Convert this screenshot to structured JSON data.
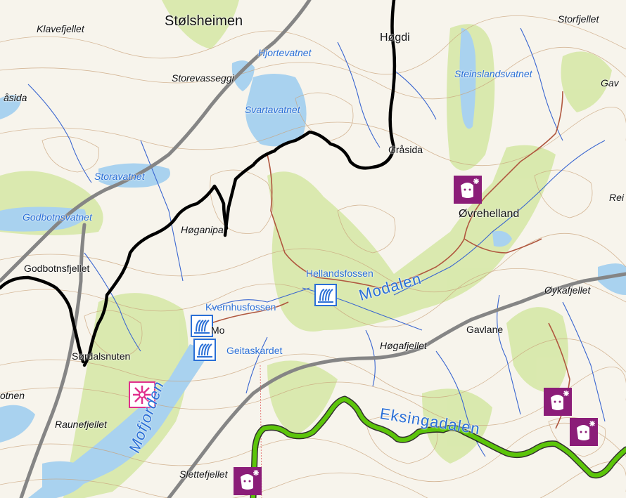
{
  "labels": {
    "stolsheimen": "Stølsheimen",
    "klavefjellet": "Klavefjellet",
    "hogdi": "Høgdi",
    "storfjellet": "Storfjellet",
    "gav": "Gav",
    "hjortevatnet": "Hjortevatnet",
    "storevasseggi": "Storevasseggi",
    "steinslandsvatnet": "Steinslandsvatnet",
    "grasida_w": "åsida",
    "svartavatnet": "Svartavatnet",
    "grasida": "Gråsida",
    "storavatnet": "Storavatnet",
    "rei": "Rei",
    "ovrehelland": "Øvrehelland",
    "godbotnsvatnet": "Godbotnsvatnet",
    "hoganipa": "Høganipa",
    "godbotnsfjellet": "Godbotnsfjellet",
    "hellandsfossen": "Hellandsfossen",
    "oykafjellet": "Øykafjellet",
    "kvernhusfossen": "Kvernhusfossen",
    "modalen": "Modalen",
    "mo": "Mo",
    "gavlane": "Gavlane",
    "geitaskardet": "Geitaskardet",
    "hogafjellet": "Høgafjellet",
    "sordalsnuten": "Sørdalsnuten",
    "botnen": "otnen",
    "mofjorden": "Mofjorden",
    "eksingadalen": "Eksingadalen",
    "raunefjellet": "Raunefjellet",
    "slettefjellet": "Slettefjellet"
  },
  "symbols": {
    "waterfall": "waterfall-icon",
    "farm": "sheep-farm-icon",
    "attraction": "attraction-icon"
  },
  "colors": {
    "land": "#f7f4ec",
    "forest": "#d6e8a8",
    "water": "#a9d2ef",
    "contour": "#c9a27a",
    "river": "#3a66d0",
    "municipal_border": "#000000",
    "main_road": "#858585",
    "local_road": "#b0573f",
    "green_route": "#5cc50a",
    "symbol_purple": "#8b1d78",
    "symbol_blue": "#2a6fd6",
    "symbol_magenta": "#e0308e"
  }
}
